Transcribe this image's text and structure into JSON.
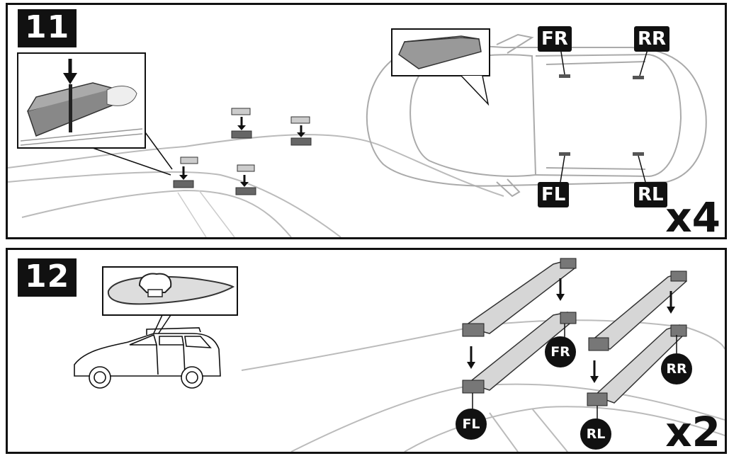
{
  "steps": [
    {
      "number": "11",
      "quantity": "x4",
      "labels": {
        "fr": "FR",
        "rr": "RR",
        "fl": "FL",
        "rl": "RL"
      }
    },
    {
      "number": "12",
      "quantity": "x2",
      "labels": {
        "fr": "FR",
        "rr": "RR",
        "fl": "FL",
        "rl": "RL"
      }
    }
  ]
}
